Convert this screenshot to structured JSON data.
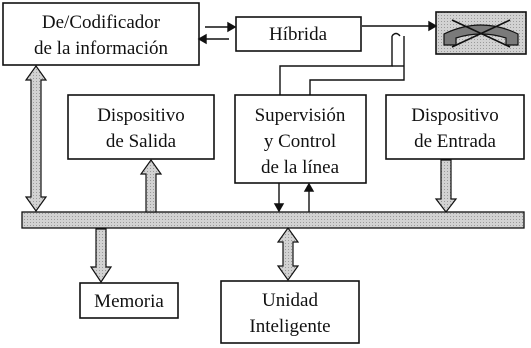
{
  "blocks": {
    "codec": {
      "lines": [
        "De/Codificador",
        "de la información"
      ]
    },
    "hybrid": {
      "lines": [
        "Híbrida"
      ]
    },
    "output_device": {
      "lines": [
        "Dispositivo",
        "de Salida"
      ]
    },
    "line_supervision": {
      "lines": [
        "Supervisión",
        "y Control",
        "de la línea"
      ]
    },
    "input_device": {
      "lines": [
        "Dispositivo",
        "de Entrada"
      ]
    },
    "memory": {
      "lines": [
        "Memoria"
      ]
    },
    "intelligent_unit": {
      "lines": [
        "Unidad",
        "Inteligente"
      ]
    }
  },
  "icons": {
    "telephone_handset": "telephone-handset-icon"
  },
  "colors": {
    "bus_fill": "#c8c8c8",
    "arrow_fill": "#c4c4c4",
    "stroke": "#111111"
  }
}
